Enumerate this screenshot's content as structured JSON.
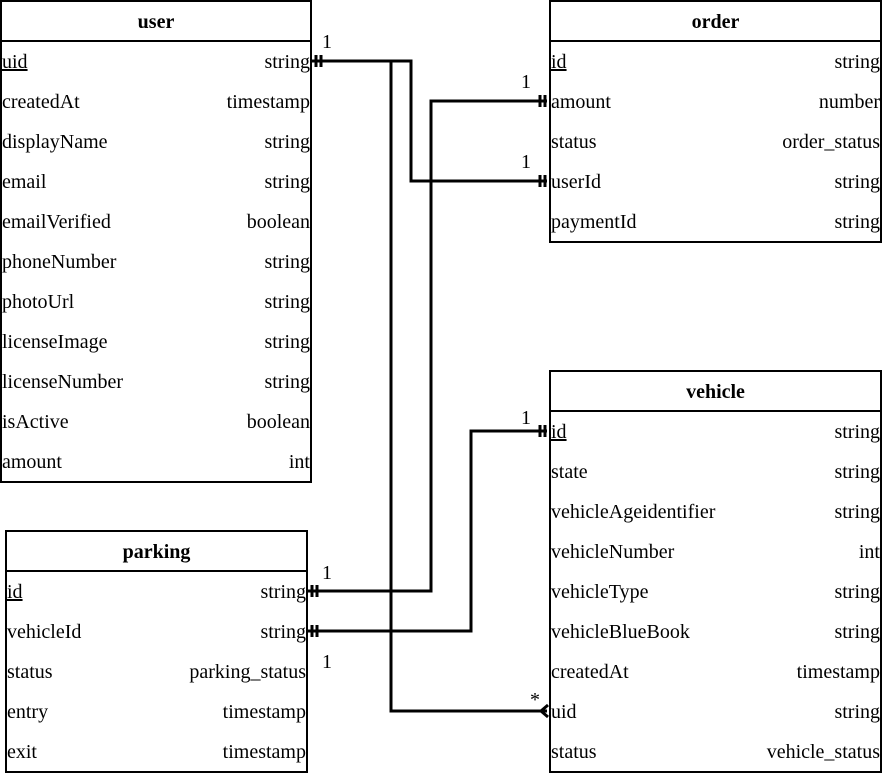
{
  "entities": {
    "user": {
      "title": "user",
      "fields": [
        {
          "name": "uid",
          "type": "string",
          "pk": true
        },
        {
          "name": "createdAt",
          "type": "timestamp"
        },
        {
          "name": "displayName",
          "type": "string"
        },
        {
          "name": "email",
          "type": "string"
        },
        {
          "name": "emailVerified",
          "type": "boolean"
        },
        {
          "name": "phoneNumber",
          "type": "string"
        },
        {
          "name": "photoUrl",
          "type": "string"
        },
        {
          "name": "licenseImage",
          "type": "string"
        },
        {
          "name": "licenseNumber",
          "type": "string"
        },
        {
          "name": "isActive",
          "type": "boolean"
        },
        {
          "name": "amount",
          "type": "int"
        }
      ]
    },
    "order": {
      "title": "order",
      "fields": [
        {
          "name": "id",
          "type": "string",
          "pk": true
        },
        {
          "name": "amount",
          "type": "number"
        },
        {
          "name": "status",
          "type": "order_status"
        },
        {
          "name": "userId",
          "type": "string"
        },
        {
          "name": "paymentId",
          "type": "string"
        }
      ]
    },
    "vehicle": {
      "title": "vehicle",
      "fields": [
        {
          "name": "id",
          "type": "string",
          "pk": true
        },
        {
          "name": "state",
          "type": "string"
        },
        {
          "name": "vehicleAgeidentifier",
          "type": "string"
        },
        {
          "name": "vehicleNumber",
          "type": "int"
        },
        {
          "name": "vehicleType",
          "type": "string"
        },
        {
          "name": "vehicleBlueBook",
          "type": "string"
        },
        {
          "name": "createdAt",
          "type": "timestamp"
        },
        {
          "name": "uid",
          "type": "string"
        },
        {
          "name": "status",
          "type": "vehicle_status"
        }
      ]
    },
    "parking": {
      "title": "parking",
      "fields": [
        {
          "name": "id",
          "type": "string",
          "pk": true
        },
        {
          "name": "vehicleId",
          "type": "string"
        },
        {
          "name": "status",
          "type": "parking_status"
        },
        {
          "name": "entry",
          "type": "timestamp"
        },
        {
          "name": "exit",
          "type": "timestamp"
        }
      ]
    }
  },
  "cardinalities": {
    "user_uid": "1",
    "order_amount": "1",
    "order_userId": "1",
    "vehicle_id": "1",
    "parking_id": "1",
    "parking_below_vehicleId": "1",
    "vehicle_uid": "*"
  }
}
